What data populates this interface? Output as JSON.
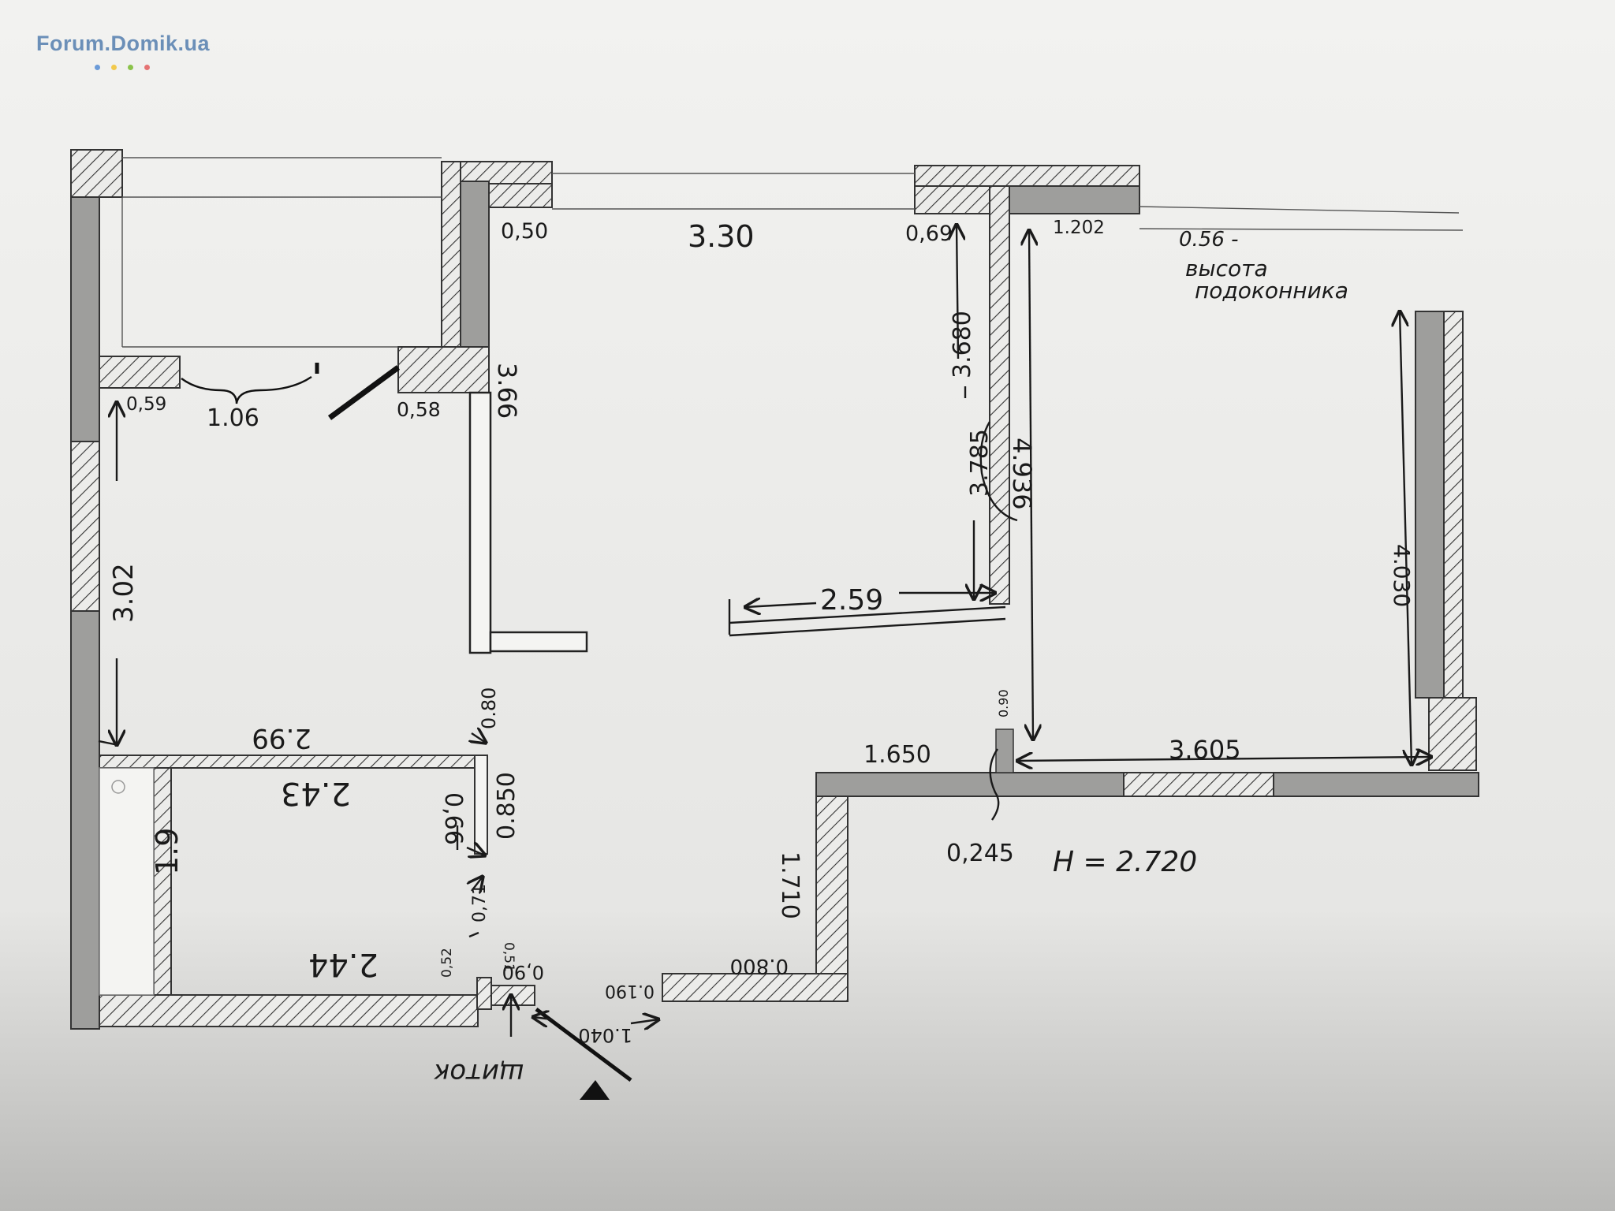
{
  "watermark": {
    "text": "Forum.Domik.ua",
    "dots": [
      "#6b9bd8",
      "#f2c94c",
      "#8bc34a",
      "#e57373"
    ]
  },
  "colors": {
    "paper": "#ececea",
    "wall_fill": "#9e9e9c",
    "ink": "#1a1a1a",
    "hatch": "#333333"
  },
  "dimensions": {
    "d_0_50": "0,50",
    "d_3_30": "3.30",
    "d_0_69": "0,69",
    "d_1_202": "1.202",
    "d_window_note_1": "0.56 -",
    "d_window_note_2": "высота",
    "d_window_note_3": "подоконника",
    "d_0_59": "0,59",
    "d_1_06": "1.06",
    "d_0_58": "0,58",
    "d_3_66": "3.66",
    "d_3_680": "3.680",
    "d_3_785": "3.785",
    "d_4_936": "4.936",
    "d_3_02": "3.02",
    "d_2_59": "2.59",
    "d_4_030": "4.030",
    "d_0_80": "0.80",
    "d_2_99": "2.99",
    "d_0_90": "0.90",
    "d_1_650": "1.650",
    "d_3_605": "3.605",
    "d_2_43": "2.43",
    "d_0_66": "0,66",
    "d_0_850": "0.850",
    "d_0_245": "0,245",
    "d_h": "H = 2.720",
    "d_1_9": "1.9",
    "d_0_71": "0,71",
    "d_1_710": "1.710",
    "d_2_44": "2.44",
    "d_0_52": "0,52",
    "d_0_51": "0,51",
    "d_0_90b": "0,90",
    "d_0_190": "0.190",
    "d_0_800": "0.800",
    "d_1_040": "1.040",
    "d_panel": "щиток"
  }
}
